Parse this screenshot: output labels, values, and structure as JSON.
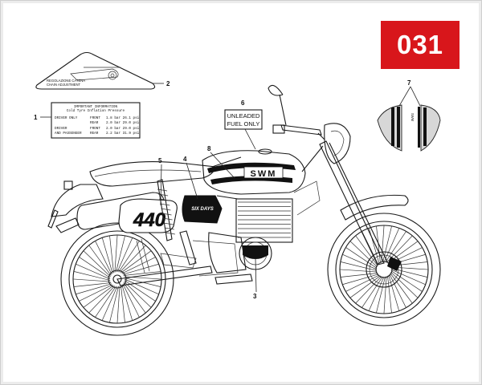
{
  "page_number": "031",
  "callouts": [
    "1",
    "2",
    "3",
    "4",
    "5",
    "6",
    "7",
    "8"
  ],
  "decal_2_lines": [
    "REGOLAZIONE CATENA",
    "CHAIN ADJUSTMENT"
  ],
  "decal_1": {
    "title": "IMPORTANT INFORMATION",
    "subtitle": "Cold Tyre Inflation Pressure",
    "rows": [
      [
        "DRIVER ONLY",
        "FRONT",
        "1.8 bar  26.1 psi"
      ],
      [
        "",
        "REAR",
        "2.0 bar  29.0 psi"
      ],
      [
        "DRIVER",
        "FRONT",
        "2.0 bar  29.0 psi"
      ],
      [
        "AND PASSENGER",
        "REAR",
        "2.2 bar  31.9 psi"
      ]
    ]
  },
  "decal_6_lines": [
    "UNLEADED",
    "FUEL ONLY"
  ],
  "tank_logo": "SWM",
  "side_panel_text": "SIX DAYS",
  "side_number": "440",
  "fender_logo": "SWM",
  "colors": {
    "badge": "#d8161b",
    "badge_text": "#ffffff",
    "line": "#1a1a1a"
  }
}
